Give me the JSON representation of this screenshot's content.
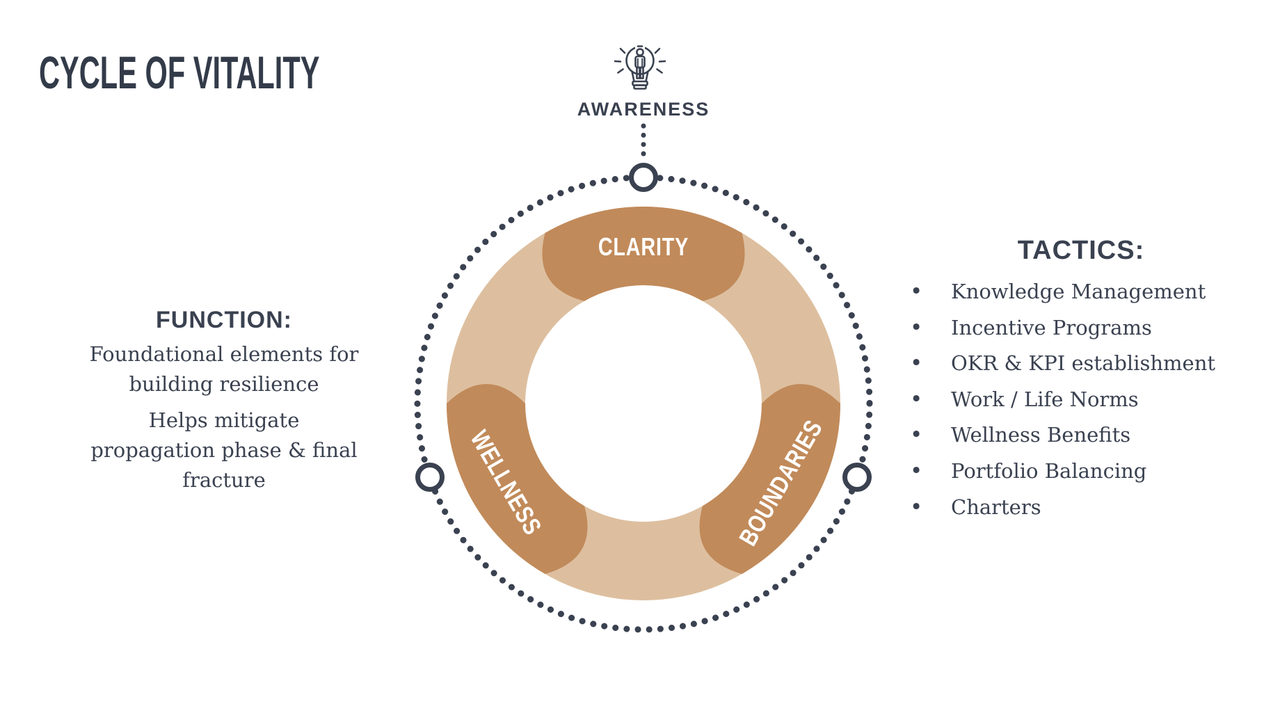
{
  "title": "CYCLE OF VITALITY",
  "colors": {
    "ink": "#3A4150",
    "title_ink": "#333B49",
    "dark_tan": "#C18A5A",
    "light_tan": "#DDBF9F",
    "white": "#FFFFFF"
  },
  "diagram": {
    "top_label": "AWARENESS",
    "top_icon": "person-in-lightbulb-icon",
    "segments": [
      {
        "label": "CLARITY",
        "tone": "dark"
      },
      {
        "label": "BOUNDARIES",
        "tone": "dark"
      },
      {
        "label": "WELLNESS",
        "tone": "dark"
      }
    ]
  },
  "function_panel": {
    "heading": "FUNCTION:",
    "paragraphs": [
      "Foundational elements for building resilience",
      "Helps mitigate propagation phase & final fracture"
    ]
  },
  "tactics_panel": {
    "heading": "TACTICS:",
    "items": [
      "Knowledge Management",
      "Incentive Programs",
      "OKR & KPI establishment",
      "Work / Life Norms",
      "Wellness Benefits",
      "Portfolio Balancing",
      "Charters"
    ]
  }
}
